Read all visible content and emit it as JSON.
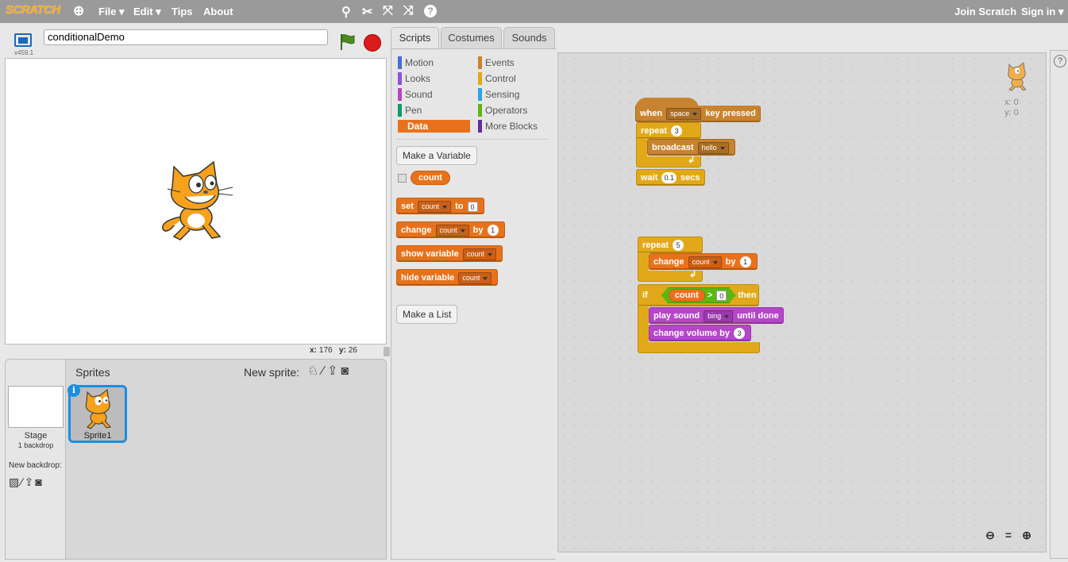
{
  "topbar": {
    "logo": "SCRATCH",
    "menus": [
      "File ▾",
      "Edit ▾",
      "Tips",
      "About"
    ],
    "tools": [
      "duplicate-icon",
      "delete-icon",
      "grow-icon",
      "shrink-icon",
      "help-icon"
    ],
    "join": "Join Scratch",
    "signin": "Sign in ▾"
  },
  "stage": {
    "version": "v459.1",
    "project_title": "conditionalDemo",
    "x_label": "x:",
    "x_value": "176",
    "y_label": "y:",
    "y_value": "26"
  },
  "sprites": {
    "title": "Sprites",
    "new_sprite": "New sprite:",
    "stage_label": "Stage",
    "backdrops": "1 backdrop",
    "new_backdrop": "New backdrop:",
    "sprite_name": "Sprite1",
    "info": "i"
  },
  "tabs": [
    "Scripts",
    "Costumes",
    "Sounds"
  ],
  "categories": {
    "motion": "Motion",
    "looks": "Looks",
    "sound": "Sound",
    "pen": "Pen",
    "data": "Data",
    "events": "Events",
    "control": "Control",
    "sensing": "Sensing",
    "operators": "Operators",
    "more": "More Blocks"
  },
  "colors": {
    "motion": "#4a6cd4",
    "looks": "#8a55d7",
    "sound": "#bb42c3",
    "pen": "#0e9a6c",
    "data": "#e8721c",
    "events": "#c88330",
    "control": "#e1a91a",
    "sensing": "#2ca5e2",
    "operators": "#5cb712",
    "more": "#632d99"
  },
  "palette": {
    "make_variable": "Make a Variable",
    "variable": "count",
    "make_list": "Make a List",
    "set": {
      "word": "set",
      "var": "count",
      "to": "to",
      "value": "0"
    },
    "change": {
      "word": "change",
      "var": "count",
      "by": "by",
      "value": "1"
    },
    "show": {
      "word": "show",
      "word2": "variable",
      "var": "count"
    },
    "hide": {
      "word": "hide",
      "word2": "variable",
      "var": "count"
    }
  },
  "script1": {
    "when": "when",
    "key": "space",
    "pressed": "key pressed",
    "repeat": "repeat",
    "times": "3",
    "broadcast": "broadcast",
    "message": "hello",
    "wait": "wait",
    "secs_value": "0.1",
    "secs": "secs"
  },
  "script2": {
    "repeat": "repeat",
    "times": "5",
    "change": "change",
    "var": "count",
    "by": "by",
    "value": "1",
    "if": "if",
    "reporter": "count",
    "op": ">",
    "compare": "0",
    "then": "then",
    "play": "play sound",
    "sound": "bing",
    "until": "until done",
    "volume": "change volume by",
    "volume_value": "3"
  },
  "scriptarea": {
    "x_label": "x: 0",
    "y_label": "y: 0"
  }
}
